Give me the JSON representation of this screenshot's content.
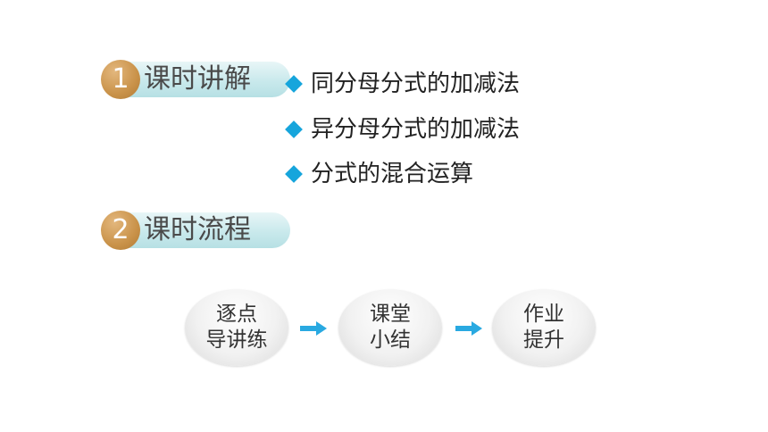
{
  "sections": [
    {
      "number": "1",
      "title": "课时讲解"
    },
    {
      "number": "2",
      "title": "课时流程"
    }
  ],
  "topics": [
    "同分母分式的加减法",
    "异分母分式的加减法",
    "分式的混合运算"
  ],
  "flow": [
    {
      "line1": "逐点",
      "line2": "导讲练"
    },
    {
      "line1": "课堂",
      "line2": "小结"
    },
    {
      "line1": "作业",
      "line2": "提升"
    }
  ],
  "colors": {
    "accent_blue": "#16a5dc",
    "badge_gold": "#c99249",
    "banner_teal": "#c9e9ec"
  },
  "icons": {
    "bullet": "diamond-icon",
    "flow_arrow": "right-arrow-icon"
  }
}
